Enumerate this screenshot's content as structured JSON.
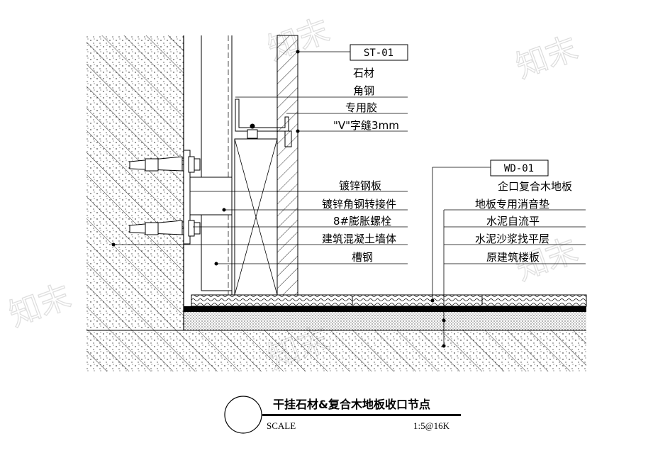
{
  "tags": {
    "stone": "ST-01",
    "wood": "WD-01"
  },
  "wall_labels": [
    "石材",
    "角钢",
    "专用胶",
    "\"V\"字缝3mm"
  ],
  "anchor_labels": [
    "镀锌钢板",
    "镀锌角钢转接件",
    "8#膨胀螺栓",
    "建筑混凝土墙体",
    "槽钢"
  ],
  "floor_labels": [
    "企口复合木地板",
    "地板专用消音垫",
    "水泥自流平",
    "水泥沙浆找平层",
    "原建筑楼板"
  ],
  "title": "干挂石材&复合木地板收口节点",
  "scale_label": "SCALE",
  "scale_value": "1:5@16K",
  "watermark": "知末"
}
